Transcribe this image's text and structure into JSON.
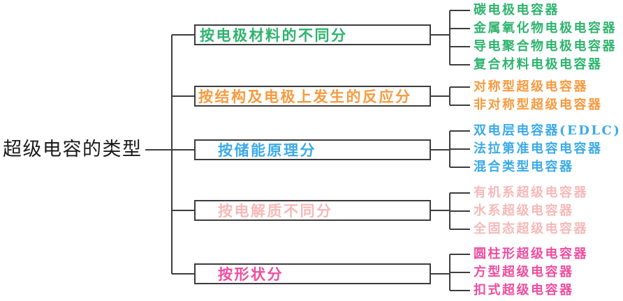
{
  "root": {
    "title": "超级电容的类型"
  },
  "colors": {
    "line": "#3d3d3d",
    "root_text": "#1a1a1a",
    "branch_green": "#2eb36e",
    "branch_orange": "#f89a3e",
    "branch_blue": "#3baae8",
    "branch_pink_light": "#f6b9b8",
    "branch_magenta": "#ef4d9f"
  },
  "branches": [
    {
      "label": "按电极材料的不同分",
      "color": "#2eb36e",
      "leaves": [
        "碳电极电容器",
        "金属氧化物电极电容器",
        "导电聚合物电极电容器",
        "复合材料电极电容器"
      ]
    },
    {
      "label": "按结构及电极上发生的反应分",
      "color": "#f89a3e",
      "leaves": [
        "对称型超级电容器",
        "非对称型超级电容器"
      ]
    },
    {
      "label": "按储能原理分",
      "color": "#3baae8",
      "leaves": [
        "双电层电容器(EDLC)",
        "法拉第准电容电容器",
        "混合类型电容器"
      ]
    },
    {
      "label": "按电解质不同分",
      "color": "#f6b9b8",
      "leaves": [
        "有机系超级电容器",
        "水系超级电容器",
        "全固态超级电容器"
      ]
    },
    {
      "label": "按形状分",
      "color": "#ef4d9f",
      "leaves": [
        "圆柱形超级电容器",
        "方型超级电容器",
        "扣式超级电容器"
      ]
    }
  ]
}
